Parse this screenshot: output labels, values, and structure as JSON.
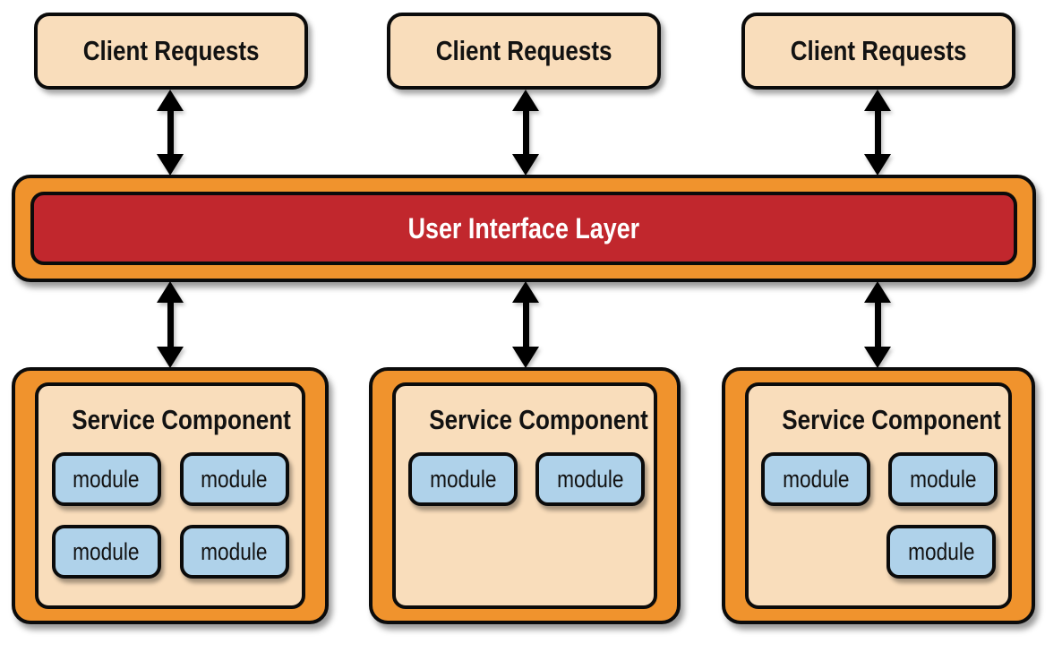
{
  "diagram": {
    "client_boxes": [
      {
        "label": "Client Requests"
      },
      {
        "label": "Client Requests"
      },
      {
        "label": "Client Requests"
      }
    ],
    "ui_layer": {
      "label": "User Interface Layer"
    },
    "service_components": [
      {
        "title": "Service Component",
        "modules": [
          "module",
          "module",
          "module",
          "module"
        ]
      },
      {
        "title": "Service Component",
        "modules": [
          "module",
          "module"
        ]
      },
      {
        "title": "Service Component",
        "modules": [
          "module",
          "module",
          "module"
        ]
      }
    ],
    "colors": {
      "tan": "#f9ddbb",
      "orange": "#f0932d",
      "red": "#c1272d",
      "blue": "#afd2ea",
      "border": "#0b0b0b",
      "text_light": "#ffffff"
    }
  }
}
